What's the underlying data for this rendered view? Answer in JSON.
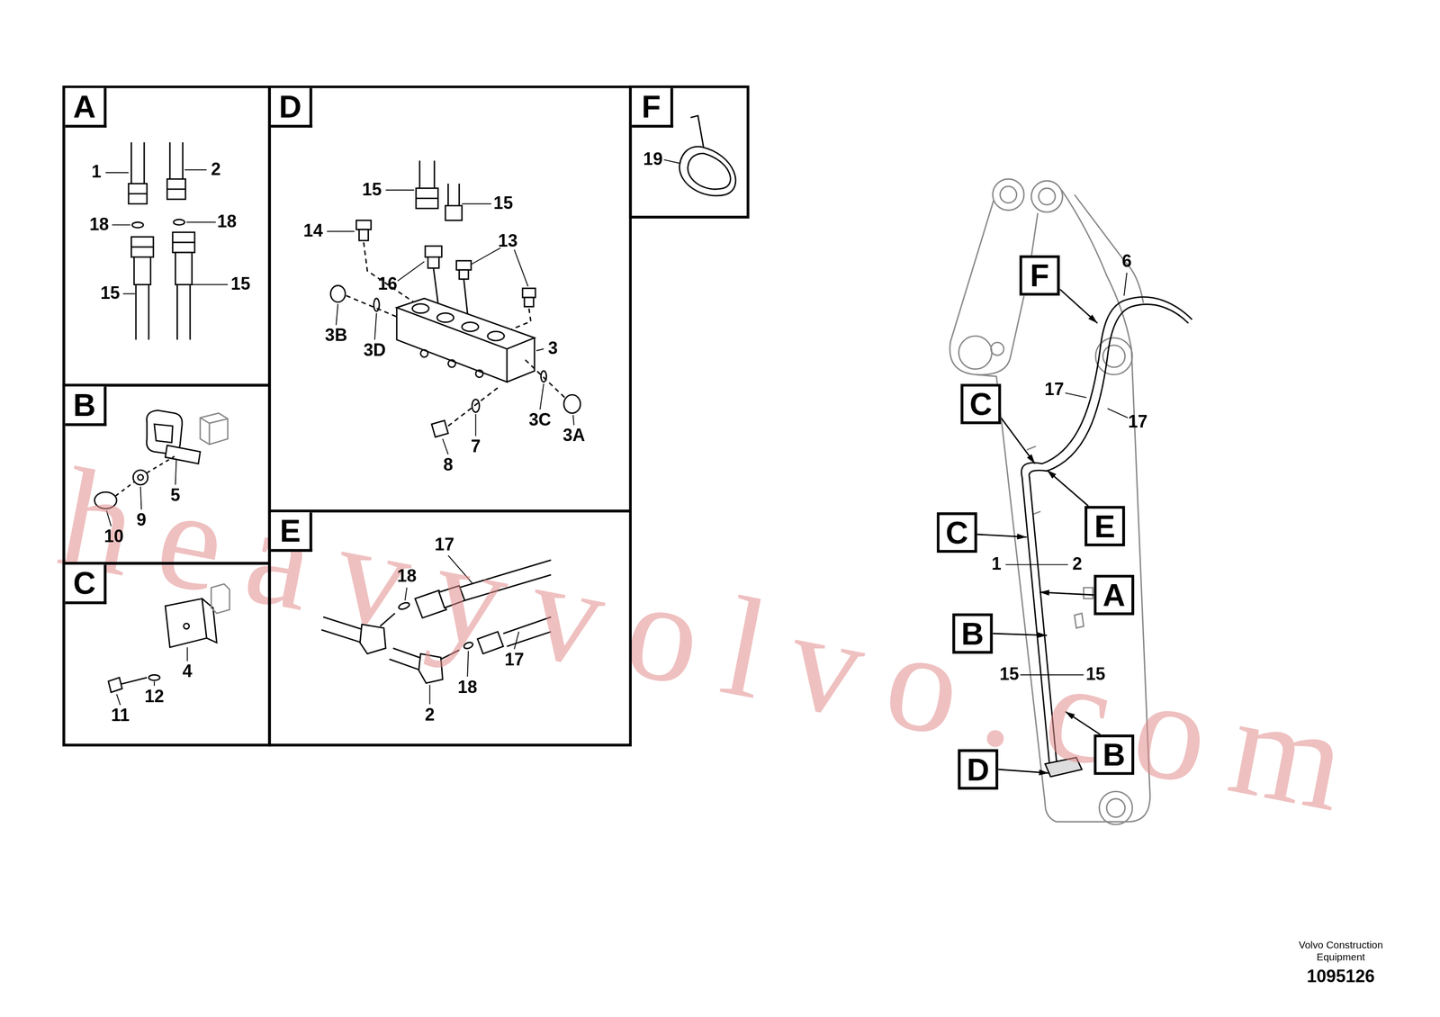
{
  "diagram": {
    "nodes": [
      {
        "text": [
          "A"
        ]
      },
      {
        "text": [
          "D"
        ]
      },
      {
        "text": [
          "F"
        ]
      },
      {
        "text": [
          "B"
        ]
      },
      {
        "text": [
          "C"
        ]
      },
      {
        "text": [
          "E"
        ]
      },
      {
        "text": [
          "F"
        ]
      },
      {
        "text": [
          "C"
        ]
      },
      {
        "text": [
          "E"
        ]
      },
      {
        "text": [
          "C"
        ]
      },
      {
        "text": [
          "A"
        ]
      },
      {
        "text": [
          "B"
        ]
      },
      {
        "text": [
          "B"
        ]
      },
      {
        "text": [
          "D"
        ]
      }
    ],
    "labels": [
      "1",
      "2",
      "18",
      "18",
      "15",
      "15",
      "15",
      "15",
      "14",
      "13",
      "16",
      "3B",
      "3D",
      "3",
      "3C",
      "3A",
      "7",
      "8",
      "19",
      "5",
      "9",
      "10",
      "4",
      "12",
      "11",
      "17",
      "18",
      "17",
      "18",
      "2",
      "6",
      "17",
      "17",
      "1",
      "2",
      "15",
      "15",
      "Volvo Construction Equipment",
      "1095126",
      "heavyvolvo.com"
    ]
  }
}
